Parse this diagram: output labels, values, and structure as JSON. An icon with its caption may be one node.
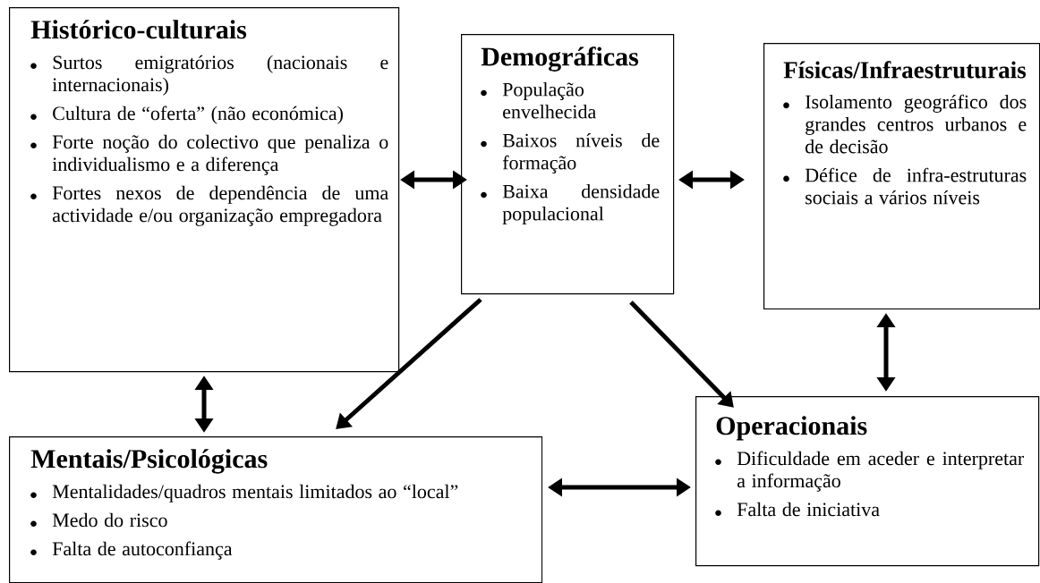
{
  "diagram": {
    "nodes": [
      {
        "text": [
          "Histórico-culturais",
          "Surtos emigratórios (nacionais e internacionais)",
          "Cultura de “oferta” (não económica)",
          "Forte noção do colectivo que penaliza o individualismo e a diferença",
          "Fortes nexos de dependência de uma actividade e/ou organização empregadora"
        ]
      },
      {
        "text": [
          "Demográficas",
          "População envelhecida",
          "Baixos níveis de formação",
          "Baixa densidade populacional"
        ]
      },
      {
        "text": [
          "Físicas/Infraestruturais",
          "Isolamento geográfico dos grandes centros urbanos e de decisão",
          "Défice de infra-estruturas sociais a vários níveis"
        ]
      },
      {
        "text": [
          "Mentais/Psicológicas",
          "Mentalidades/quadros mentais limitados ao “local”",
          "Medo do risco",
          "Falta de autoconfiança"
        ]
      },
      {
        "text": [
          "Operacionais",
          "Dificuldade em aceder e interpretar a informação",
          "Falta de iniciativa"
        ]
      }
    ],
    "edges": [
      {
        "from": 0,
        "to": 1,
        "arrow": "both"
      },
      {
        "from": 1,
        "to": 2,
        "arrow": "both"
      },
      {
        "from": 1,
        "to": 3,
        "arrow": "to"
      },
      {
        "from": 1,
        "to": 4,
        "arrow": "to"
      },
      {
        "from": 0,
        "to": 3,
        "arrow": "both"
      },
      {
        "from": 2,
        "to": 4,
        "arrow": "both"
      },
      {
        "from": 3,
        "to": 4,
        "arrow": "both"
      }
    ]
  }
}
